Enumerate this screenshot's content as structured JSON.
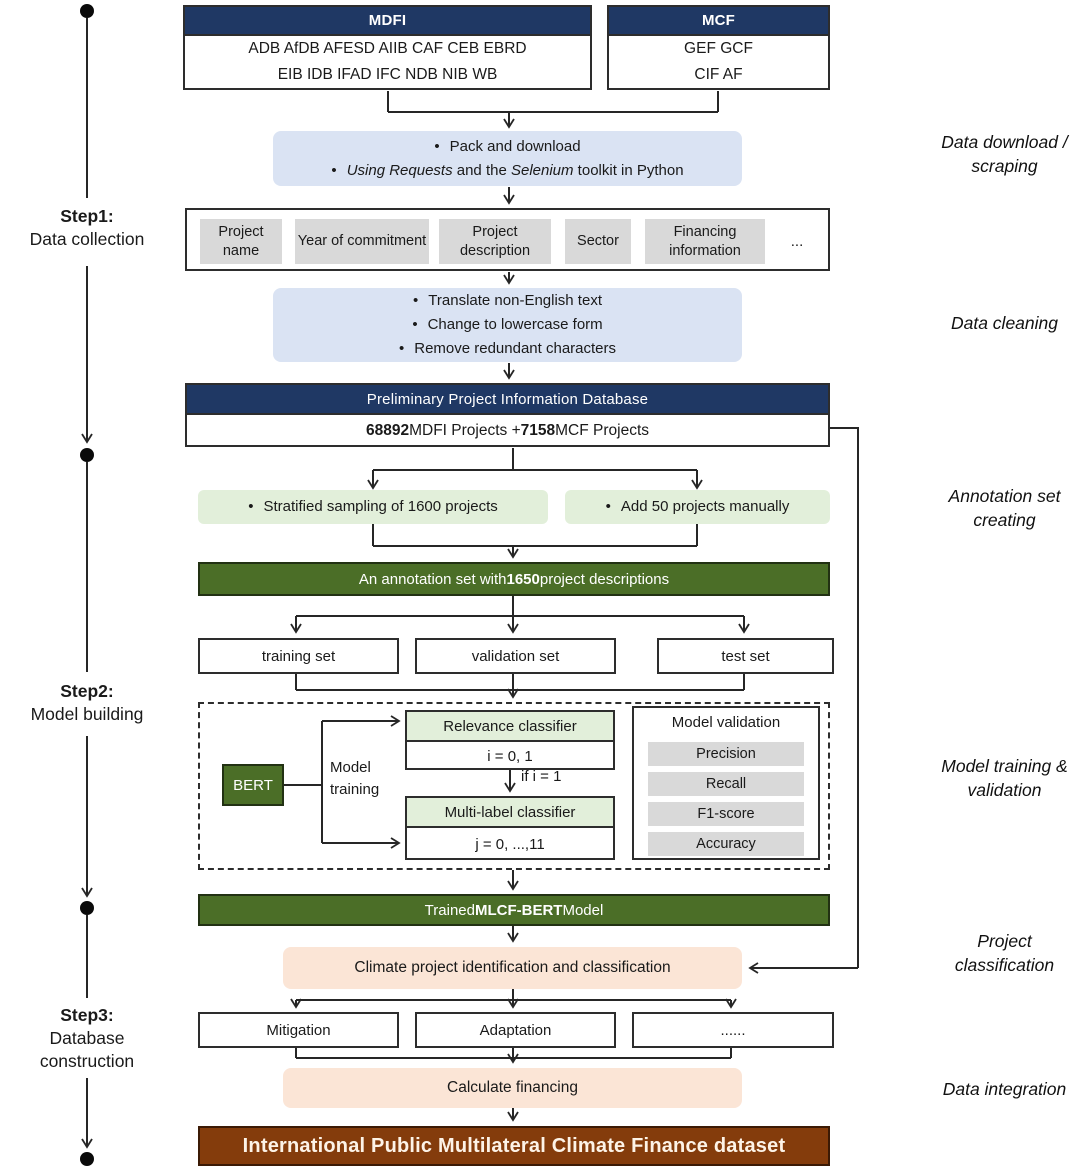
{
  "colors": {
    "navy": "#1f3864",
    "light_blue": "#dae3f3",
    "light_green": "#e2efda",
    "dark_green": "#4b6e27",
    "gray_cell": "#d9d9d9",
    "peach": "#fbe5d6",
    "brown": "#843c0c",
    "line": "#262626"
  },
  "sources": {
    "mdfi": {
      "title": "MDFI",
      "line1": "ADB AfDB AFESD AIIB CAF CEB EBRD",
      "line2": "EIB IDB IFAD IFC NDB NIB WB"
    },
    "mcf": {
      "title": "MCF",
      "line1": "GEF GCF",
      "line2": "CIF AF"
    }
  },
  "scrape_box": {
    "bullet": "•",
    "line1": "Pack and download",
    "line2": {
      "i1": "Using Requests",
      "t1": " and the ",
      "i2": "Selenium",
      "t2": " toolkit in Python"
    }
  },
  "fields": {
    "cells": [
      "Project name",
      "Year of commitment",
      "Project description",
      "Sector",
      "Financing information"
    ],
    "more": "..."
  },
  "clean_box": {
    "bullet": "•",
    "lines": [
      "Translate non-English text",
      "Change to lowercase form",
      "Remove redundant characters"
    ]
  },
  "db_box": {
    "header": "Preliminary Project Information Database",
    "count_bold1": "68892",
    "count_mid": " MDFI Projects + ",
    "count_bold2": "7158",
    "count_end": " MCF Projects"
  },
  "sampling": {
    "bullet": "•",
    "left": "Stratified sampling of 1600 projects",
    "right": "Add 50 projects manually"
  },
  "annotation_box": {
    "pre": "An annotation set with ",
    "bold": "1650",
    "post": " project descriptions"
  },
  "sets": [
    "training set",
    "validation set",
    "test set"
  ],
  "model_box": {
    "bert": "BERT",
    "training_label": {
      "line1": "Model",
      "line2": "training"
    },
    "relevance": {
      "title": "Relevance classifier",
      "body": "i = 0, 1"
    },
    "condition": "if i = 1",
    "multilabel": {
      "title": "Multi-label classifier",
      "body": "j = 0, ...,11"
    },
    "validation": {
      "title": "Model validation",
      "metrics": [
        "Precision",
        "Recall",
        "F1-score",
        "Accuracy"
      ]
    }
  },
  "trained_box": {
    "pre": "Trained ",
    "bold": "MLCF-BERT",
    "post": " Model"
  },
  "classify_box": {
    "label": "Climate project identification and classification"
  },
  "outcomes": [
    "Mitigation",
    "Adaptation",
    "......"
  ],
  "calc_box": {
    "label": "Calculate financing"
  },
  "final_box": {
    "label": "International Public Multilateral Climate Finance dataset"
  },
  "left_rail": {
    "steps": [
      {
        "title": "Step1:",
        "lines": [
          "Data collection"
        ]
      },
      {
        "title": "Step2:",
        "lines": [
          "Model building"
        ]
      },
      {
        "title": "Step3:",
        "lines": [
          "Database",
          "construction"
        ]
      }
    ]
  },
  "right_labels": [
    {
      "lines": [
        "Data download /",
        "scraping"
      ]
    },
    {
      "lines": [
        "Data cleaning"
      ]
    },
    {
      "lines": [
        "Annotation set",
        "creating"
      ]
    },
    {
      "lines": [
        "Model training &",
        "validation"
      ]
    },
    {
      "lines": [
        "Project",
        "classification"
      ]
    },
    {
      "lines": [
        "Data integration"
      ]
    }
  ]
}
